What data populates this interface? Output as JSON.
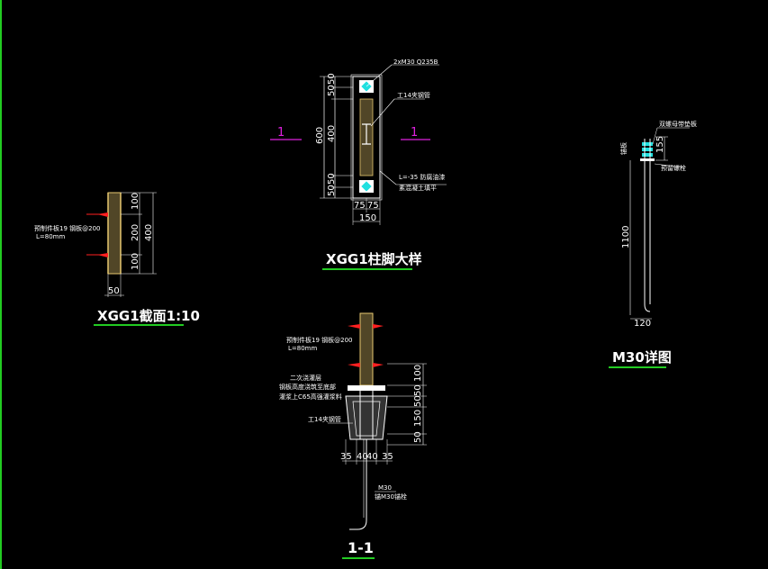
{
  "colors": {
    "background": "#000000",
    "line": "#ffffff",
    "green": "#22cc22",
    "yellow_fill": "#e8c870",
    "red": "#ff2020",
    "cyan": "#20e0e0",
    "magenta": "#e020e0"
  },
  "detail_xgg1": {
    "title": "XGG1柱脚大样",
    "top_label": "2xM30 Q235B",
    "mid_label": "工14夹钢管",
    "bot_label_1": "L=-35 防腐油漆",
    "bot_label_2": "素混凝土填平",
    "section_mark_left": "1",
    "section_mark_right": "1",
    "dims_vertical": [
      "50",
      "50",
      "400",
      "50",
      "50"
    ],
    "dim_total": "600",
    "dims_horizontal": [
      "75",
      "75"
    ],
    "dim_width": "150"
  },
  "section_xgg1": {
    "title": "XGG1截面1:10",
    "note_1": "预制件板19 钢板@200",
    "note_2": "L=80mm",
    "dims_vertical": [
      "100",
      "200",
      "100"
    ],
    "dim_total": "400",
    "dim_width": "50"
  },
  "section_1_1": {
    "title": "1-1",
    "note_1": "预制件板19 钢板@200",
    "note_2": "L=80mm",
    "note_3": "二次浇灌层",
    "note_4": "钢板高度浇筑至底部",
    "note_5": "灌浆上C65高强灌浆料",
    "note_6": "工14夹钢管",
    "dims_vertical": [
      "100",
      "50",
      "50",
      "150",
      "50"
    ],
    "dims_horizontal": [
      "35",
      "40",
      "40",
      "35"
    ],
    "anchor_label": "M30",
    "anchor_sub": "锚M30锚栓"
  },
  "detail_m30": {
    "title": "M30详图",
    "label_1": "双螺母带垫板",
    "label_2": "锚板",
    "label_3": "预留螺栓",
    "dim_top": "155",
    "dim_length": "1100",
    "dim_bottom": "120"
  }
}
